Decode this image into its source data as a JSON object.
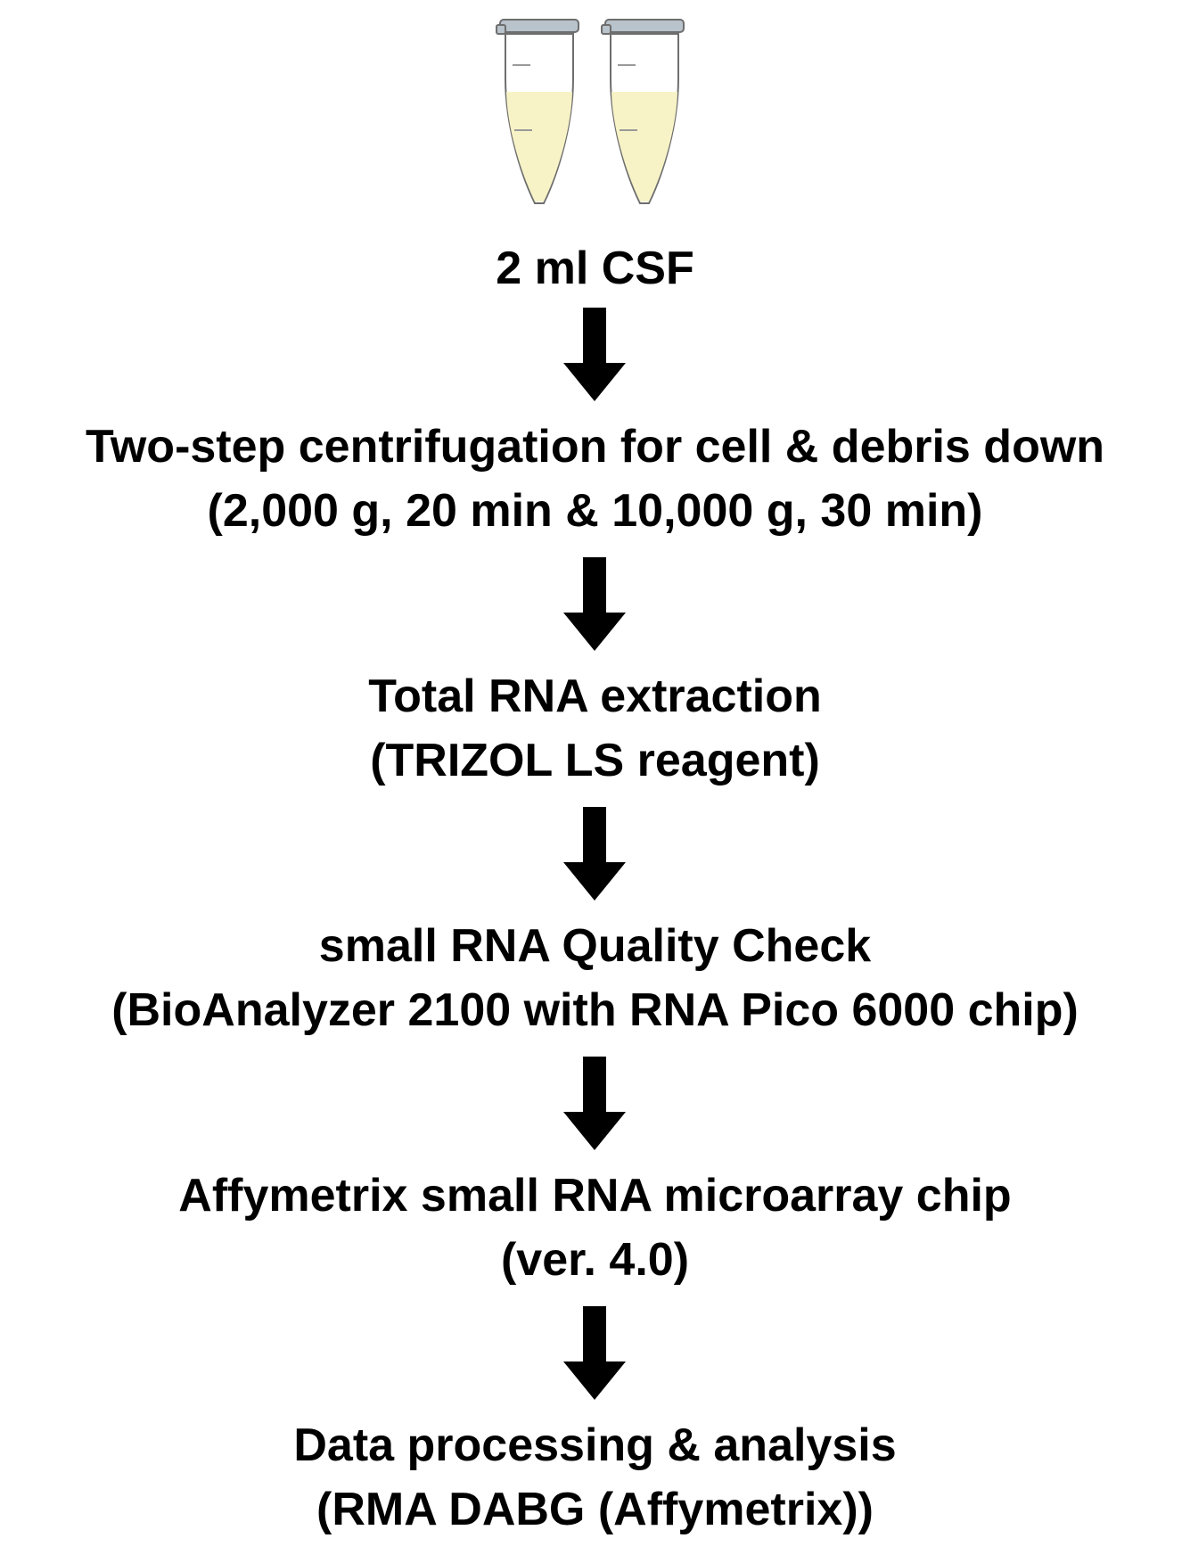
{
  "steps": [
    {
      "line1": "2 ml CSF",
      "line2": ""
    },
    {
      "line1": "Two-step centrifugation for cell & debris down",
      "line2": "(2,000 g, 20 min & 10,000 g, 30 min)"
    },
    {
      "line1": "Total RNA extraction",
      "line2": "(TRIZOL LS reagent)"
    },
    {
      "line1": "small RNA Quality Check",
      "line2": "(BioAnalyzer 2100 with RNA Pico 6000 chip)"
    },
    {
      "line1": "Affymetrix small RNA microarray chip",
      "line2": "(ver. 4.0)"
    },
    {
      "line1": "Data processing & analysis",
      "line2": "(RMA DABG (Affymetrix))"
    }
  ],
  "colors": {
    "tube_liquid": "#f7f3c6",
    "tube_outline": "#6e6e6e",
    "cap": "#b8c3cc",
    "arrow": "#000000"
  },
  "icons": [
    "microcentrifuge-tube-icon",
    "down-arrow-icon"
  ]
}
